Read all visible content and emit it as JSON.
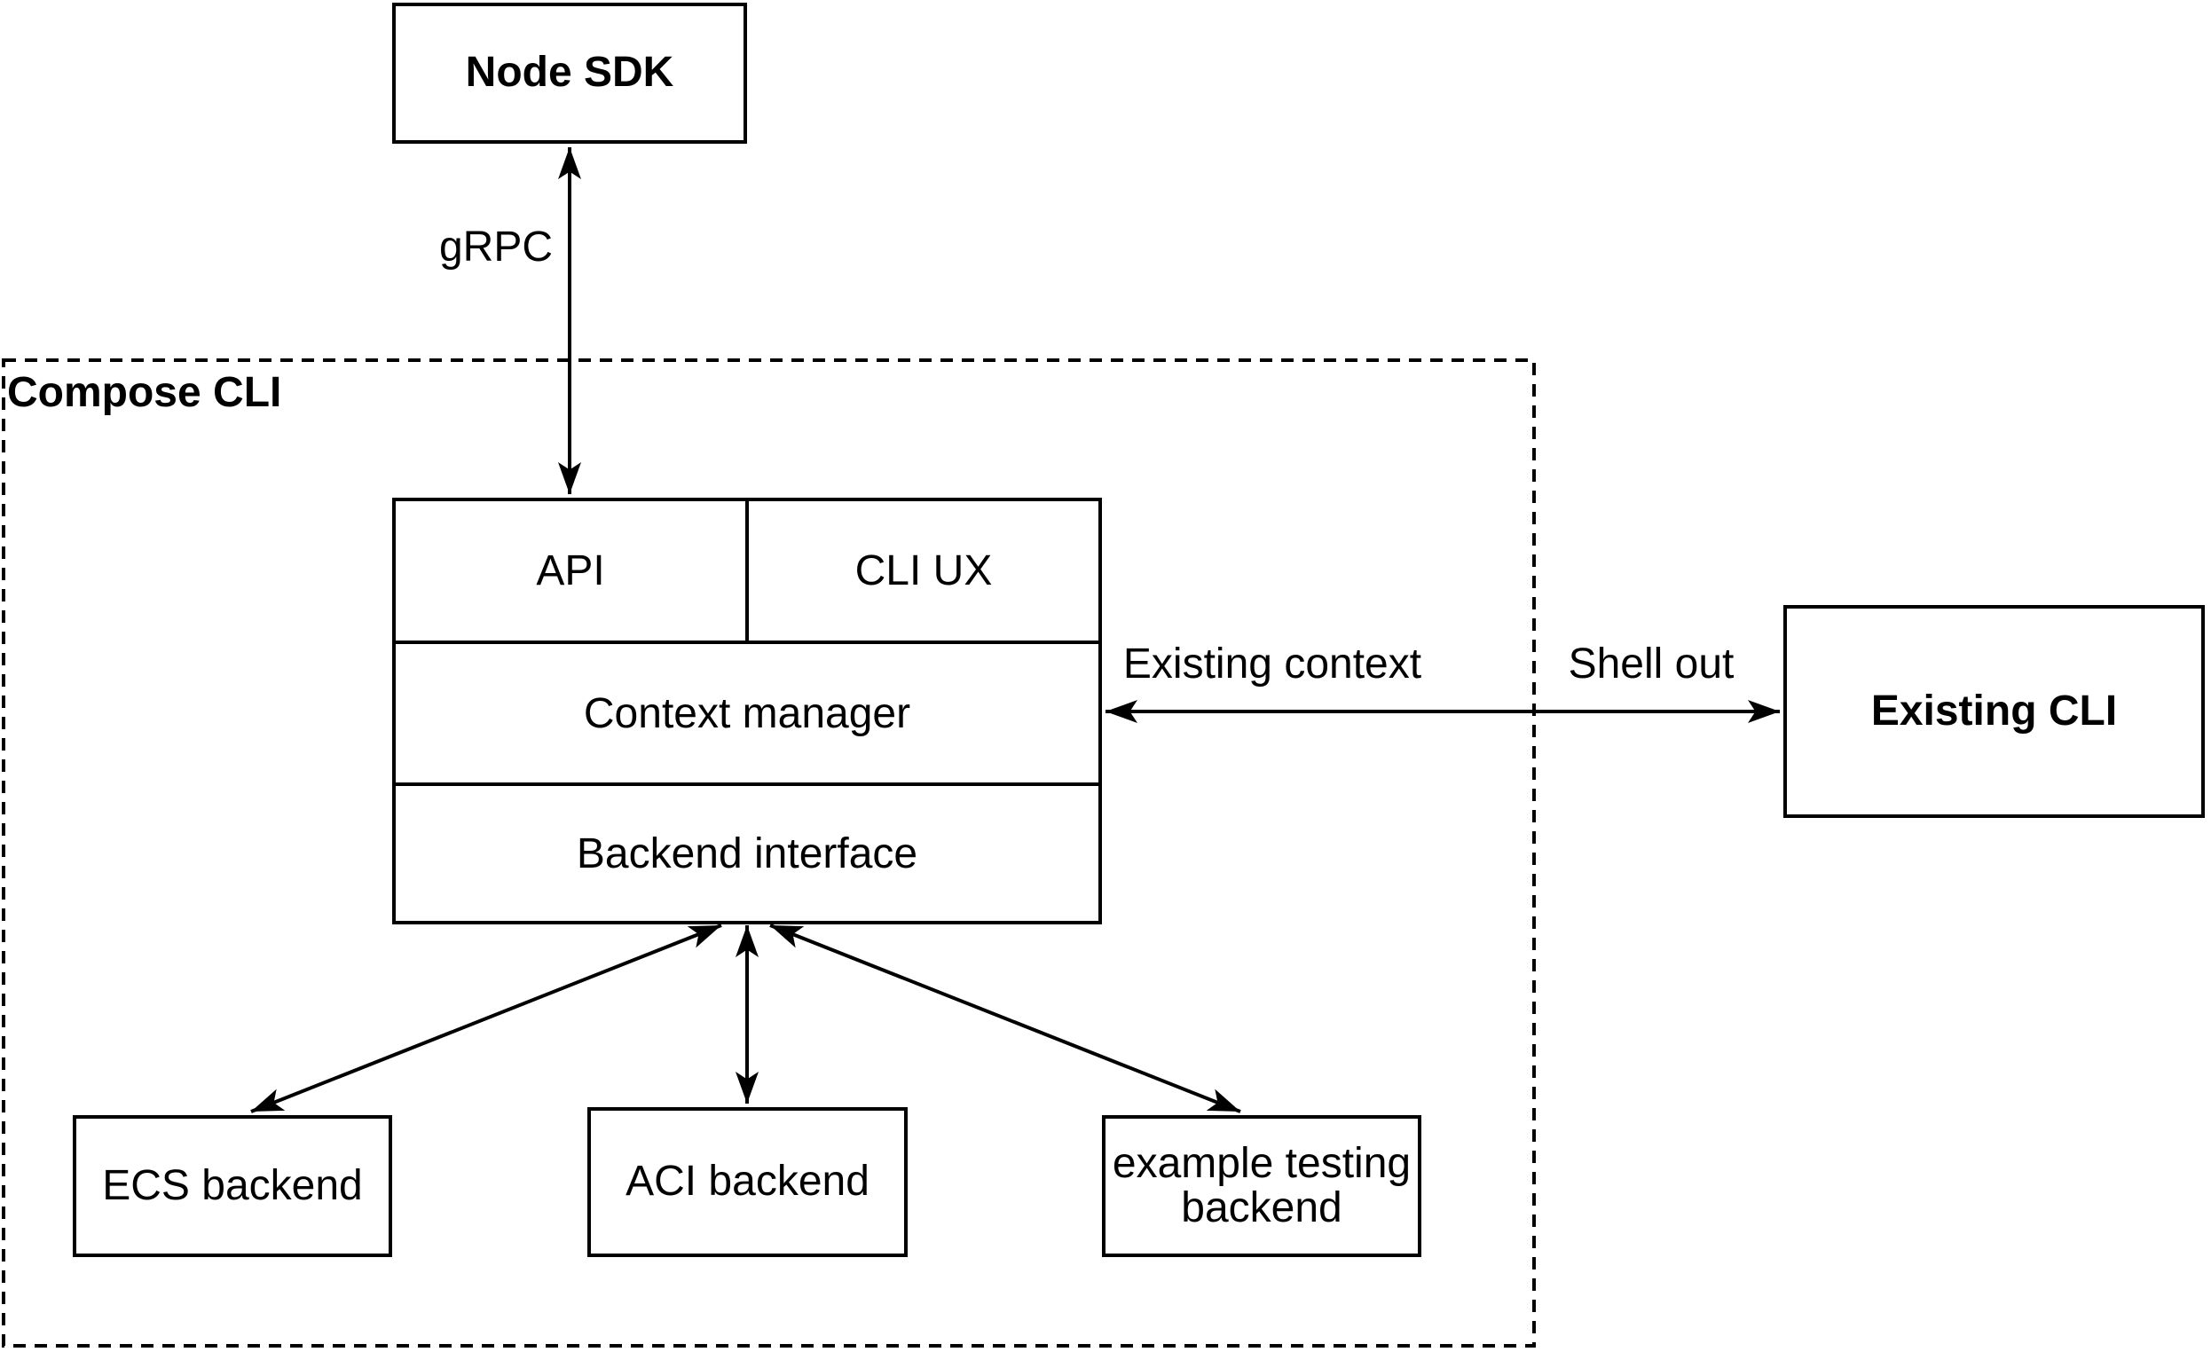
{
  "canvas": {
    "background_color": "#ffffff",
    "stroke_color": "#000000"
  },
  "nodes": {
    "node_sdk": {
      "label": "Node SDK"
    },
    "compose_cli_group": {
      "label": "Compose CLI"
    },
    "api": {
      "label": "API"
    },
    "cli_ux": {
      "label": "CLI UX"
    },
    "context_manager": {
      "label": "Context manager"
    },
    "backend_interface": {
      "label": "Backend interface"
    },
    "existing_cli": {
      "label": "Existing CLI"
    },
    "ecs_backend": {
      "label": "ECS backend"
    },
    "aci_backend": {
      "label": "ACI backend"
    },
    "example_testing_backend": {
      "label": "example testing backend"
    }
  },
  "edges": {
    "grpc": {
      "label": "gRPC"
    },
    "existing_context": {
      "label": "Existing context"
    },
    "shell_out": {
      "label": "Shell out"
    }
  }
}
